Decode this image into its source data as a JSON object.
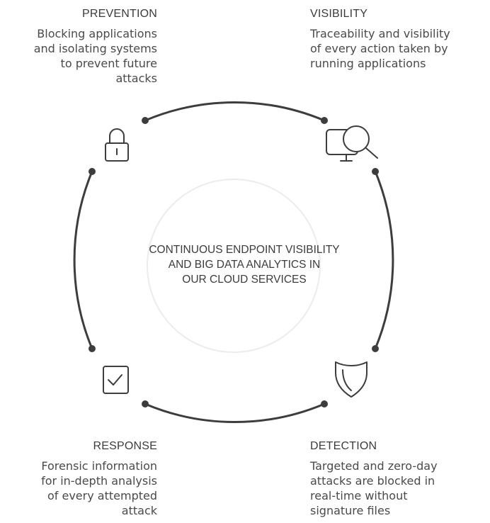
{
  "center": {
    "text": "CONTINUOUS ENDPOINT VISIBILITY\nAND BIG DATA ANALYTICS IN\nOUR CLOUD SERVICES"
  },
  "stages": {
    "prevention": {
      "title": "PREVENTION",
      "description": "Blocking applications\nand isolating systems\nto prevent future\nattacks",
      "icon": "lock-icon"
    },
    "visibility": {
      "title": "VISIBILITY",
      "description": "Traceability and visibility\nof every action taken by\nrunning applications",
      "icon": "monitor-magnifier-icon"
    },
    "detection": {
      "title": "DETECTION",
      "description": "Targeted and zero-day\nattacks are blocked in\nreal-time without\nsignature files",
      "icon": "shield-icon"
    },
    "response": {
      "title": "RESPONSE",
      "description": "Forensic information\nfor in-depth analysis\nof every attempted\nattack",
      "icon": "checkbox-icon"
    }
  },
  "colors": {
    "line": "#3d3d3d",
    "inner_circle": "#ececec",
    "text": "#4a4a4a"
  }
}
